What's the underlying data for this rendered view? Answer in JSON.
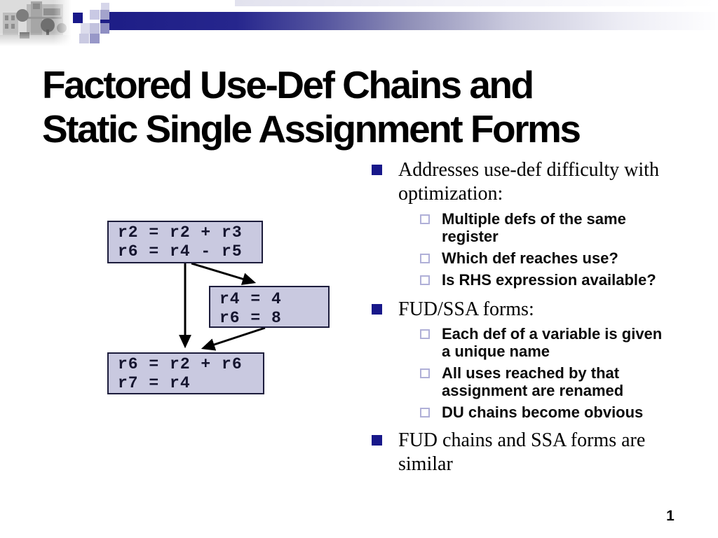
{
  "slide": {
    "title_line1": "Factored Use-Def Chains and",
    "title_line2": "Static Single Assignment Forms",
    "page_number": "1"
  },
  "diagram": {
    "boxes": [
      {
        "name": "top-block",
        "lines": [
          "r2 = r2 + r3",
          "r6 = r4 - r5"
        ]
      },
      {
        "name": "middle-block",
        "lines": [
          "r4 = 4",
          "r6 = 8"
        ]
      },
      {
        "name": "bottom-block",
        "lines": [
          "r6 = r2 + r6",
          "r7 = r4"
        ]
      }
    ],
    "box_fill": "#c9c9e0",
    "box_border": "#1c1c3c",
    "arrow_color": "#000000"
  },
  "bullets": [
    {
      "level": 1,
      "text": "Addresses use-def difficulty with optimization:"
    },
    {
      "level": 2,
      "text": "Multiple defs of the same register"
    },
    {
      "level": 2,
      "text": "Which def reaches use?"
    },
    {
      "level": 2,
      "text": "Is RHS expression available?"
    },
    {
      "level": 1,
      "text": "FUD/SSA forms:"
    },
    {
      "level": 2,
      "text": "Each def of a variable is given a unique name"
    },
    {
      "level": 2,
      "text": "All uses reached by that assignment are renamed"
    },
    {
      "level": 2,
      "text": "DU chains become obvious"
    },
    {
      "level": 1,
      "text": "FUD chains and SSA forms are similar"
    }
  ],
  "colors": {
    "accent_navy": "#18188a",
    "bar_dark": "#1d1d86",
    "sub_bullet_border": "#b0b0d8",
    "lavender_square": "#c9c9e4"
  }
}
